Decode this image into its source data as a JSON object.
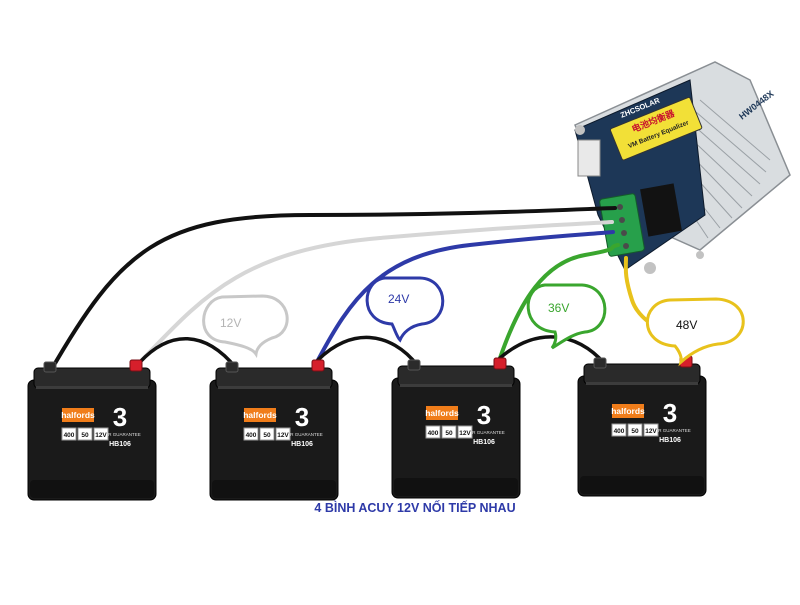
{
  "equalizer": {
    "brand": "ZHCSOLAR",
    "cn_label": "电池均衡器",
    "en_label": "VM Battery Equalizer",
    "model": "HW0448X"
  },
  "batteries": [
    {
      "brand": "halfords",
      "warranty": "3",
      "warranty_text": "YEAR GUARANTEE",
      "spec_a": "400",
      "spec_b": "50",
      "voltage": "12V",
      "code": "HB106"
    },
    {
      "brand": "halfords",
      "warranty": "3",
      "warranty_text": "YEAR GUARANTEE",
      "spec_a": "400",
      "spec_b": "50",
      "voltage": "12V",
      "code": "HB106"
    },
    {
      "brand": "halfords",
      "warranty": "3",
      "warranty_text": "YEAR GUARANTEE",
      "spec_a": "400",
      "spec_b": "50",
      "voltage": "12V",
      "code": "HB106"
    },
    {
      "brand": "halfords",
      "warranty": "3",
      "warranty_text": "YEAR GUARANTEE",
      "spec_a": "400",
      "spec_b": "50",
      "voltage": "12V",
      "code": "HB106"
    }
  ],
  "bubbles": [
    {
      "label": "12V",
      "color": "#c8c8c8"
    },
    {
      "label": "24V",
      "color": "#2e3aa8"
    },
    {
      "label": "36V",
      "color": "#3aa62e"
    },
    {
      "label": "48V",
      "color": "#e8c21c"
    }
  ],
  "caption": "4 BÌNH ACUY 12V NỐI TIẾP NHAU",
  "colors": {
    "wire_black": "#111111",
    "wire_gray": "#d6d6d6",
    "wire_blue": "#2e3aa8",
    "wire_green": "#3aa62e",
    "wire_yellow": "#e8c21c",
    "caption": "#2e3aa8",
    "halfords_orange": "#f07d1a"
  }
}
